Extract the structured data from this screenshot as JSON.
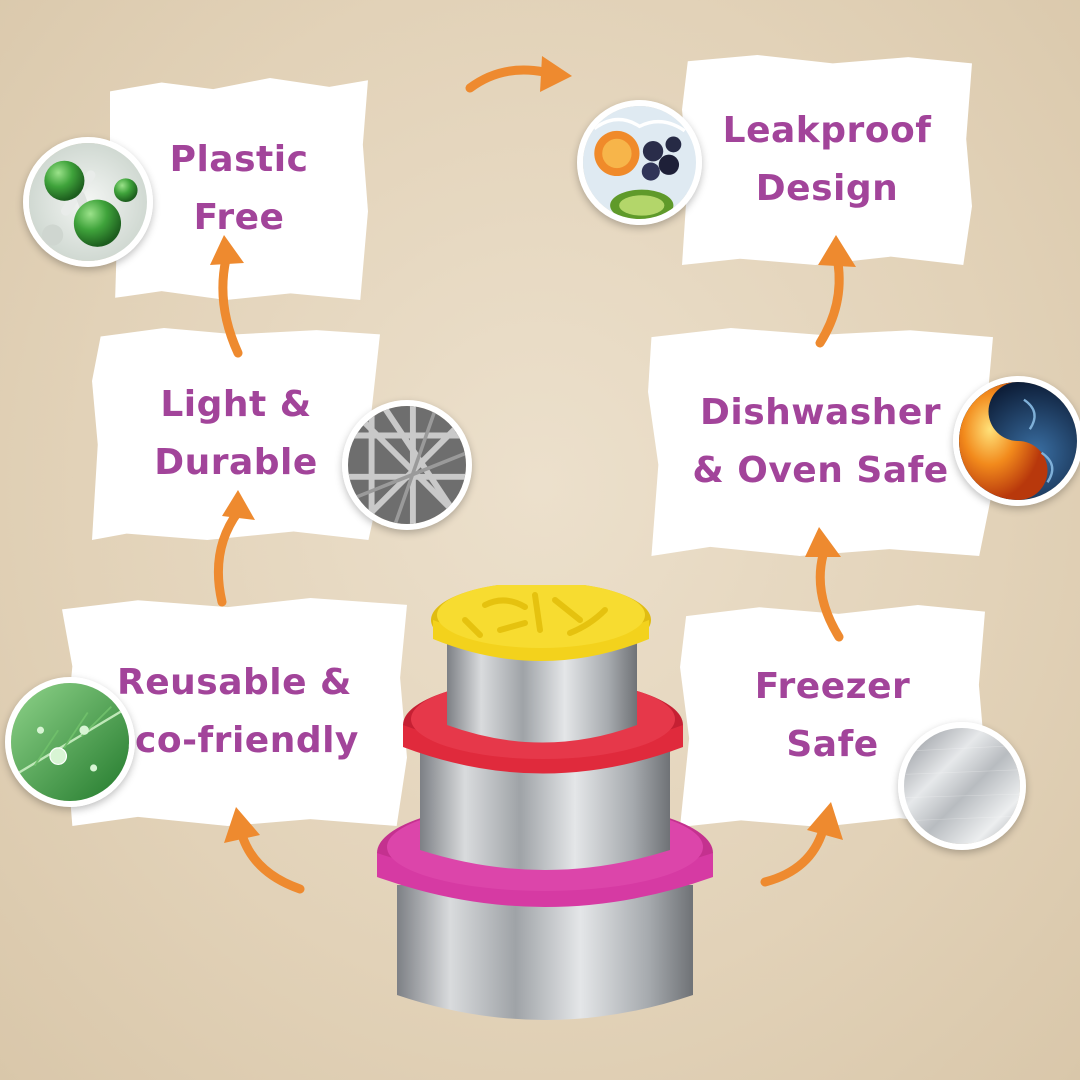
{
  "features": {
    "plastic_free": {
      "line1": "Plastic",
      "line2": "Free",
      "icon": "plastic-molecule-icon"
    },
    "light_durable": {
      "line1": "Light &",
      "line2": "Durable",
      "icon": "steel-lattice-icon"
    },
    "reusable": {
      "line1": "Reusable &",
      "line2": "eco-friendly",
      "icon": "leaf-water-drop-icon"
    },
    "leakproof": {
      "line1": "Leakproof",
      "line2": "Design",
      "icon": "fruit-splash-icon"
    },
    "dishwasher": {
      "line1": "Dishwasher",
      "line2": "& Oven Safe",
      "icon": "fire-ice-icon"
    },
    "freezer": {
      "line1": "Freezer",
      "line2": "Safe",
      "icon": "brushed-steel-icon"
    }
  },
  "colors": {
    "text": "#a2449a",
    "arrow": "#ee8a2f",
    "background": "#e6d7bf",
    "lid_yellow": "#f3d21c",
    "lid_red": "#e02a3c",
    "lid_pink": "#d63aa3"
  }
}
